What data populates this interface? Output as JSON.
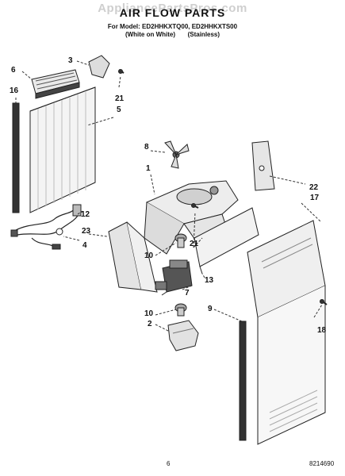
{
  "header": {
    "watermark": "AppliancePartsPros.com",
    "title": "AIR FLOW PARTS",
    "model_line": "For Model: ED2HHKXTQ00, ED2HHKXTS00",
    "finish_line": "(White on White)       (Stainless)"
  },
  "callouts": {
    "c1": "1",
    "c2": "2",
    "c3": "3",
    "c4": "4",
    "c5": "5",
    "c6": "6",
    "c7": "7",
    "c8": "8",
    "c9": "9",
    "c10a": "10",
    "c10b": "10",
    "c12": "12",
    "c13": "13",
    "c16": "16",
    "c17": "17",
    "c18": "18",
    "c21a": "21",
    "c21b": "21",
    "c22": "22",
    "c23": "23"
  },
  "footer": {
    "page_number": "6",
    "diagram_id": "8214690"
  }
}
